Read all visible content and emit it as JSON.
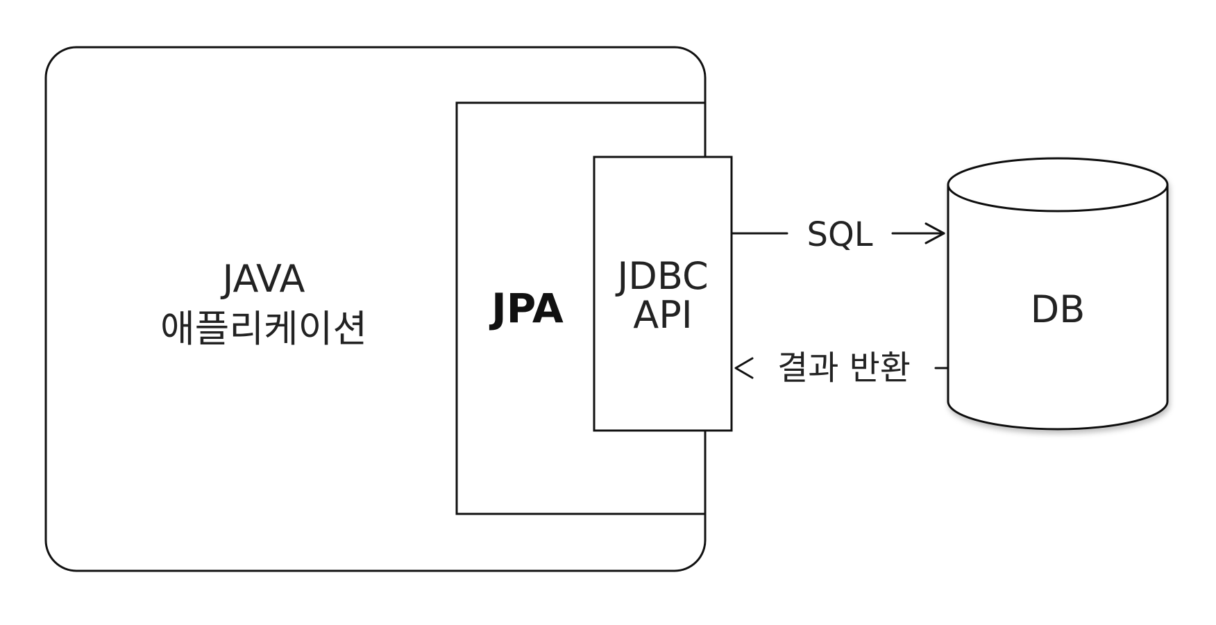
{
  "app": {
    "line1": "JAVA",
    "line2": "애플리케이션"
  },
  "jpa": {
    "label": "JPA"
  },
  "jdbc": {
    "line1": "JDBC",
    "line2": "API"
  },
  "db": {
    "label": "DB"
  },
  "arrows": {
    "request": "SQL",
    "response": "결과 반환"
  }
}
